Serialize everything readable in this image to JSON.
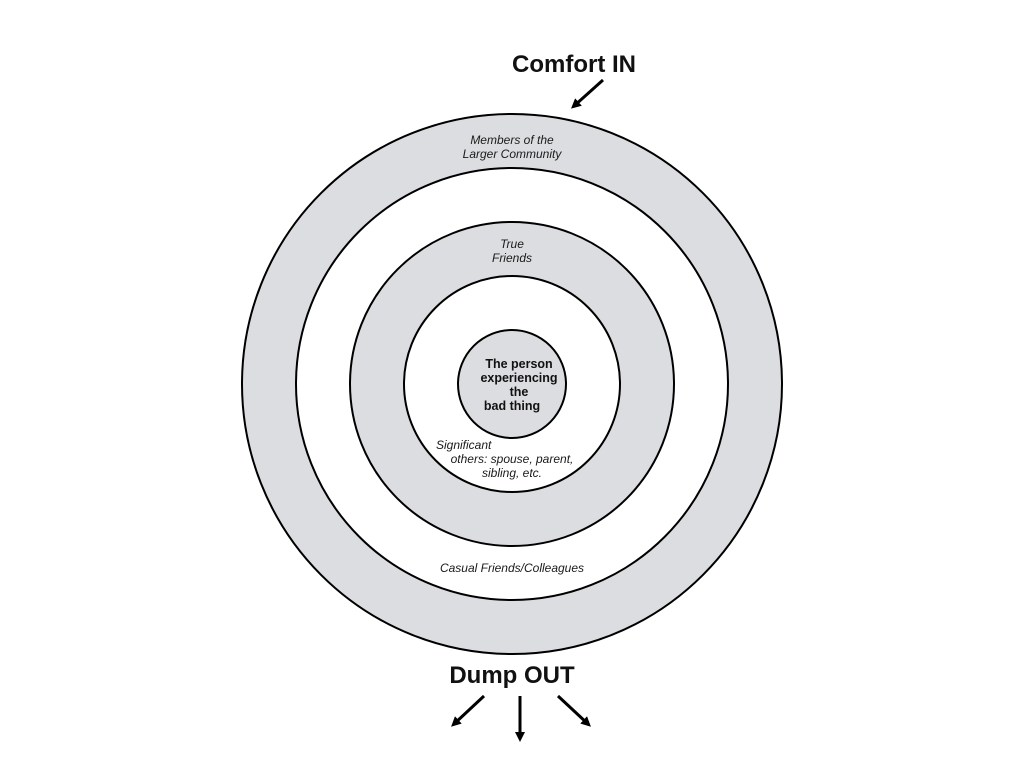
{
  "colors": {
    "background": "#ffffff",
    "ring_fill": "#dcdde0",
    "stroke": "#000000",
    "text": "#111111"
  },
  "top_label": "Comfort IN",
  "bottom_label": "Dump OUT",
  "rings": {
    "larger_community": {
      "line1": "Members of the",
      "line2": "Larger Community"
    },
    "casual_friends": {
      "line1": "Casual Friends/Colleagues"
    },
    "true_friends": {
      "line1": "True",
      "line2": "Friends"
    },
    "significant_others": {
      "line1": "Significant",
      "line2": "others: spouse, parent,",
      "line3": "sibling, etc."
    }
  },
  "center": {
    "line1": "The person",
    "line2": "experiencing",
    "line3": "the",
    "line4": "bad thing"
  }
}
